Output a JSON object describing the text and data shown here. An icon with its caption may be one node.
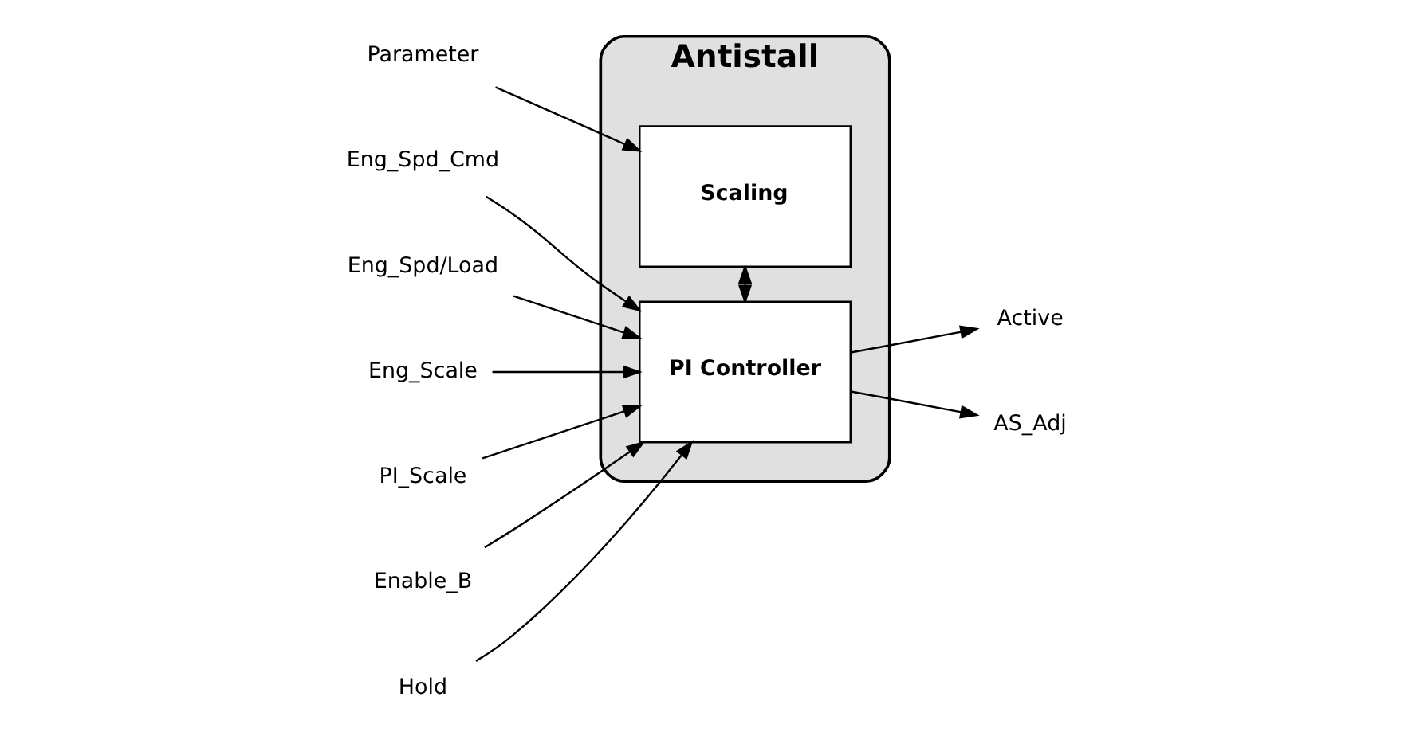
{
  "diagram": {
    "nodes": [
      {
        "text": [
          "Antistall"
        ]
      },
      {
        "text": [
          "Scaling"
        ],
        "in": 0
      },
      {
        "text": [
          "PI Controller"
        ],
        "in": 0
      },
      {
        "text": [
          "Parameter"
        ]
      },
      {
        "text": [
          "Eng_Spd_Cmd"
        ]
      },
      {
        "text": [
          "Eng_Spd/Load"
        ]
      },
      {
        "text": [
          "Eng_Scale"
        ]
      },
      {
        "text": [
          "PI_Scale"
        ]
      },
      {
        "text": [
          "Enable_B"
        ]
      },
      {
        "text": [
          "Hold"
        ]
      },
      {
        "text": [
          "Active"
        ]
      },
      {
        "text": [
          "AS_Adj"
        ]
      }
    ],
    "edges": [
      {
        "from": 3,
        "to": 1,
        "arrow": "to"
      },
      {
        "from": 1,
        "to": 2,
        "arrow": "both"
      },
      {
        "from": 4,
        "to": 2,
        "arrow": "to"
      },
      {
        "from": 5,
        "to": 2,
        "arrow": "to"
      },
      {
        "from": 6,
        "to": 2,
        "arrow": "to"
      },
      {
        "from": 7,
        "to": 2,
        "arrow": "to"
      },
      {
        "from": 8,
        "to": 2,
        "arrow": "to"
      },
      {
        "from": 9,
        "to": 2,
        "arrow": "to"
      },
      {
        "from": 2,
        "to": 10,
        "arrow": "to"
      },
      {
        "from": 2,
        "to": 11,
        "arrow": "to"
      }
    ]
  }
}
